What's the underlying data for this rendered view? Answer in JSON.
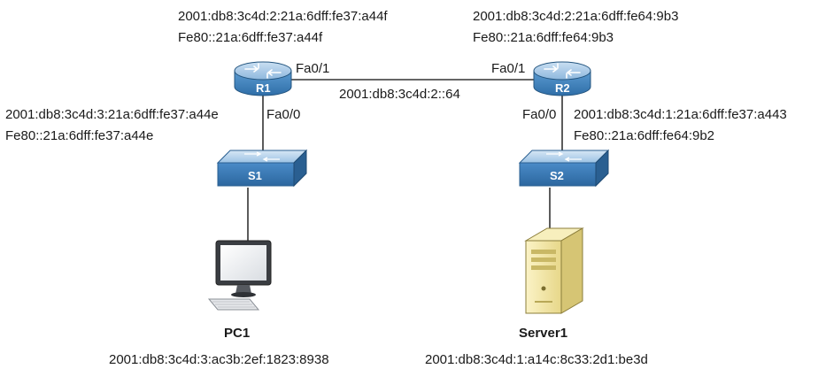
{
  "diagram": {
    "r1": {
      "label": "R1",
      "upper_addresses": [
        "2001:db8:3c4d:2:21a:6dff:fe37:a44f",
        "Fe80::21a:6dff:fe37:a44f"
      ],
      "left_addresses": [
        "2001:db8:3c4d:3:21a:6dff:fe37:a44e",
        "Fe80::21a:6dff:fe37:a44e"
      ],
      "fa01": "Fa0/1",
      "fa00": "Fa0/0"
    },
    "r2": {
      "label": "R2",
      "upper_addresses": [
        "2001:db8:3c4d:2:21a:6dff:fe64:9b3",
        "Fe80::21a:6dff:fe64:9b3"
      ],
      "right_addresses": [
        "2001:db8:3c4d:1:21a:6dff:fe37:a443",
        "Fe80::21a:6dff:fe64:9b2"
      ],
      "fa01": "Fa0/1",
      "fa00": "Fa0/0"
    },
    "link_subnet": "2001:db8:3c4d:2::64",
    "s1": {
      "label": "S1"
    },
    "s2": {
      "label": "S2"
    },
    "pc1": {
      "label": "PC1",
      "address": "2001:db8:3c4d:3:ac3b:2ef:1823:8938"
    },
    "server1": {
      "label": "Server1",
      "address": "2001:db8:3c4d:1:a14c:8c33:2d1:be3d"
    },
    "colors": {
      "router_blue": "#4f8fc7",
      "switch_blue": "#3b7fc0",
      "device_beige": "#f2e7a6"
    }
  }
}
